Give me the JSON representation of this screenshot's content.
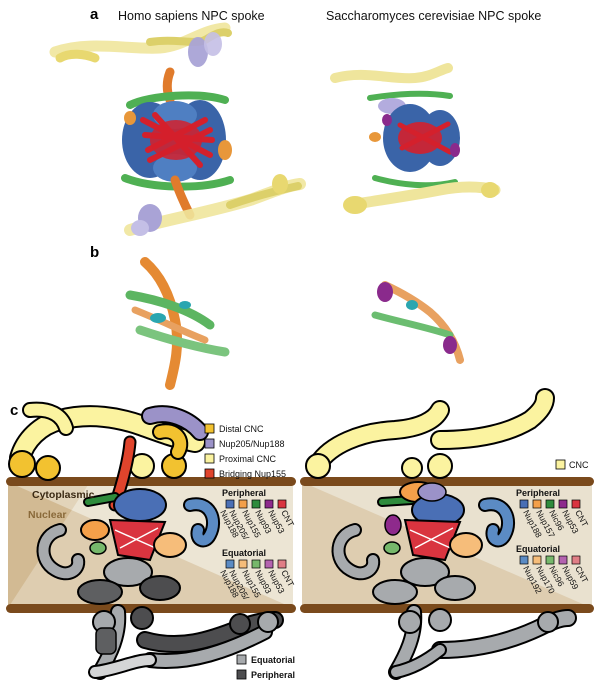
{
  "panels": {
    "a": {
      "letter": "a",
      "left_title": "Homo sapiens NPC spoke",
      "right_title": "Saccharomyces cerevisiae NPC spoke"
    },
    "b": {
      "letter": "b"
    },
    "c": {
      "letter": "c"
    }
  },
  "legend_left": {
    "items": [
      {
        "label": "Distal CNC",
        "color": "#f2c230"
      },
      {
        "label": "Nup205/Nup188",
        "color": "#9b92c8"
      },
      {
        "label": "Proximal CNC",
        "color": "#fbf3a0"
      },
      {
        "label": "Bridging Nup155",
        "color": "#e0442c"
      }
    ]
  },
  "legend_right": {
    "items": [
      {
        "label": "CNC",
        "color": "#fbf3a0"
      }
    ]
  },
  "envelope": {
    "cytoplasmic": "Cytoplasmic",
    "nuclear": "Nuclear"
  },
  "human": {
    "peripheral": {
      "title": "Peripheral",
      "labels": [
        "Nup205/\nNup188",
        "Nup155",
        "Nup93",
        "Nup53",
        "CNT"
      ],
      "colors": [
        "#4a6fb5",
        "#f4a04a",
        "#2e8b3c",
        "#8e2a8c",
        "#d9343f"
      ]
    },
    "equatorial": {
      "title": "Equatorial",
      "labels": [
        "Nup205/\nNup188",
        "Nup155",
        "Nup93",
        "Nup53",
        "CNT"
      ],
      "colors": [
        "#5b8bc4",
        "#f6bd7a",
        "#76b86b",
        "#b463b0",
        "#e07e86"
      ]
    }
  },
  "yeast": {
    "peripheral": {
      "title": "Peripheral",
      "labels": [
        "Nup188",
        "Nup157",
        "Nic96",
        "Nup53",
        "CNT"
      ],
      "colors": [
        "#4a6fb5",
        "#f4a04a",
        "#2e8b3c",
        "#8e2a8c",
        "#d9343f"
      ]
    },
    "equatorial": {
      "title": "Equatorial",
      "labels": [
        "Nup192",
        "Nup170",
        "Nic96",
        "Nup59",
        "CNT"
      ],
      "colors": [
        "#5b8bc4",
        "#f6bd7a",
        "#76b86b",
        "#b463b0",
        "#e07e86"
      ]
    }
  },
  "bottom_legend": {
    "items": [
      {
        "label": "Equatorial",
        "color": "#a7aaad"
      },
      {
        "label": "Peripheral",
        "color": "#4d4d4f"
      }
    ]
  }
}
